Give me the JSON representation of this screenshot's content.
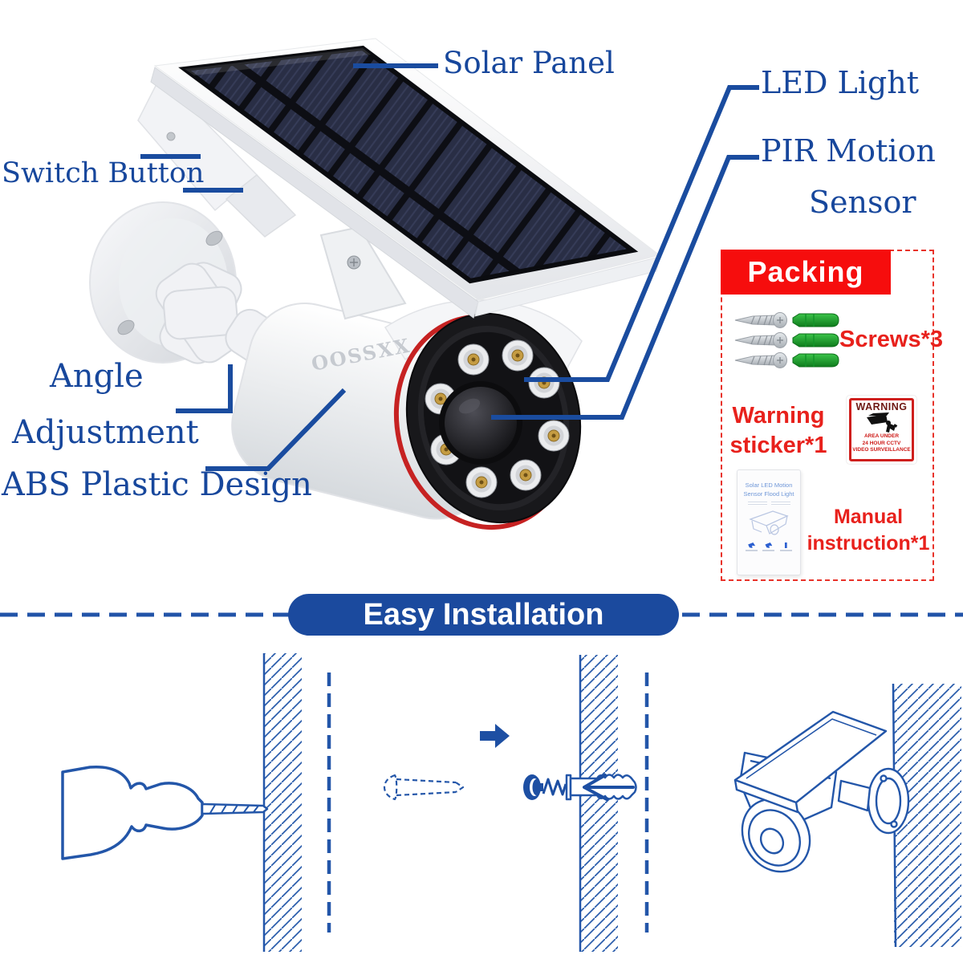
{
  "colors": {
    "label_blue": "#17479c",
    "callout_line_blue": "#1a4c9f",
    "lineart_blue": "#2356a9",
    "pill_blue": "#1b4a9e",
    "packing_band_red": "#f60d0d",
    "packing_text_red": "#e8211c",
    "anchor_green": "#1fa32e",
    "led_gold": "#c59c42"
  },
  "product": {
    "brand": "OOSSXX",
    "labels": {
      "solar_panel": "Solar Panel",
      "switch_button": "Switch Button",
      "led_light": "LED Light",
      "pir_motion": "PIR Motion",
      "pir_sensor": "Sensor",
      "angle": "Angle",
      "adjustment": "Adjustment",
      "abs_plastic": "ABS Plastic Design"
    }
  },
  "packing": {
    "title": "Packing",
    "screws_label": "Screws*3",
    "warning_label_line1": "Warning",
    "warning_label_line2": "sticker*1",
    "manual_label_line1": "Manual",
    "manual_label_line2": "instruction*1",
    "warning_sticker": {
      "header": "WARNING",
      "line1": "AREA UNDER",
      "line2": "24 HOUR CCTV",
      "line3": "VIDEO SURVEILLANCE"
    },
    "manual_paper": {
      "title_line1": "Solar LED Motion",
      "title_line2": "Sensor Flood Light"
    }
  },
  "installation": {
    "title": "Easy Installation"
  }
}
